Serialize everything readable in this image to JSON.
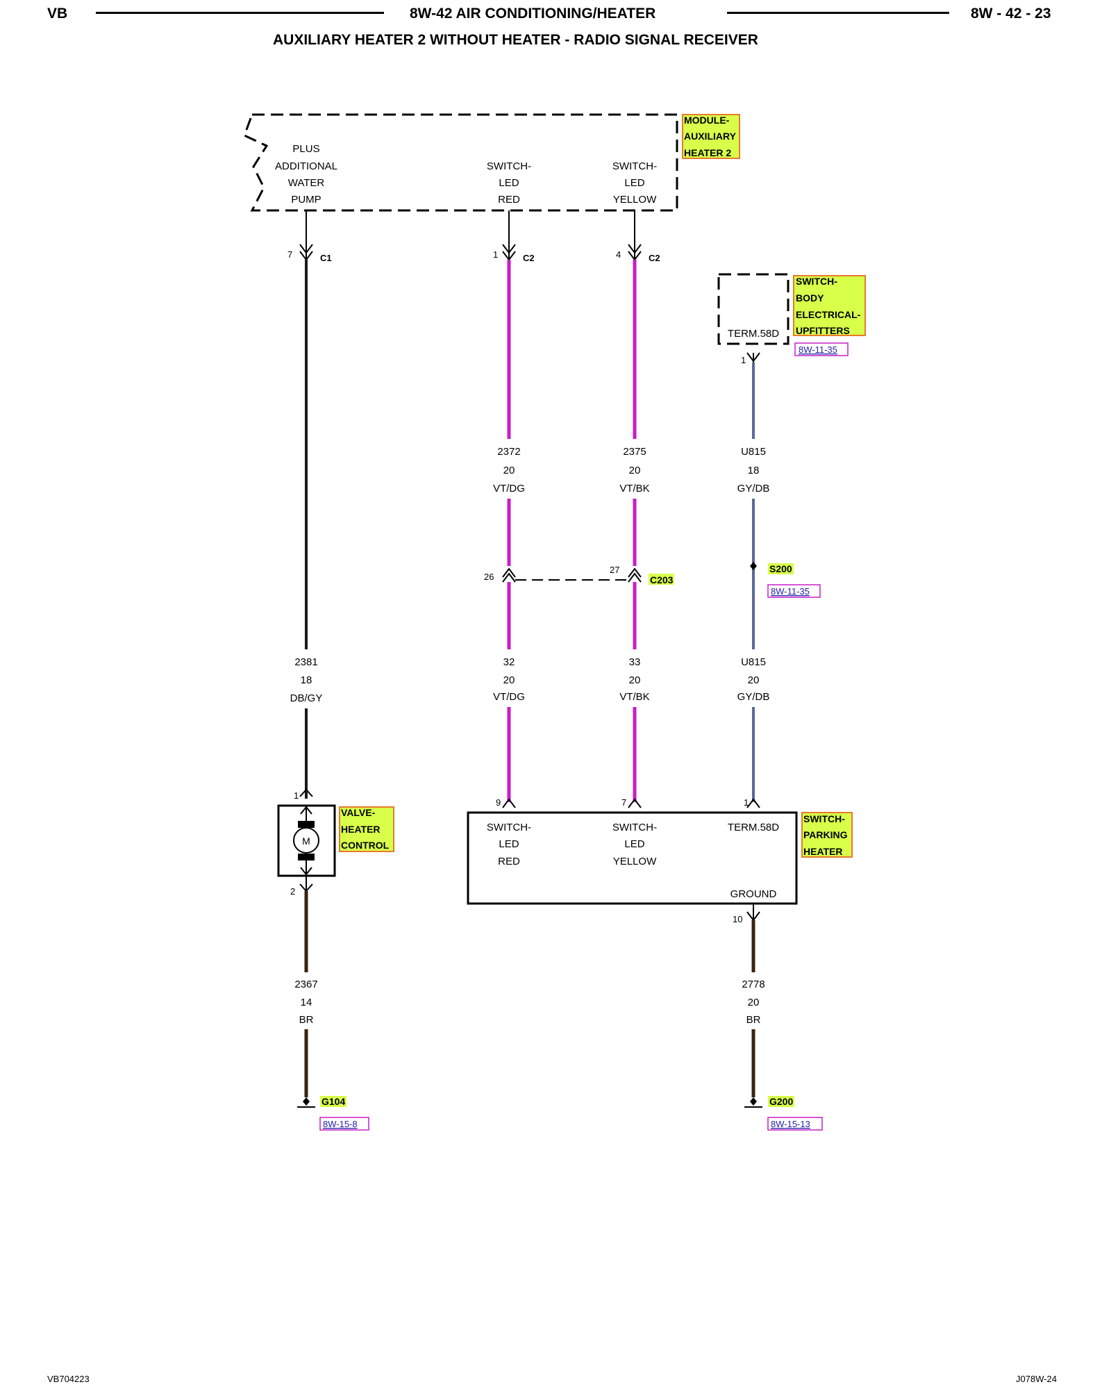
{
  "header": {
    "left": "VB",
    "center": "8W-42 AIR CONDITIONING/HEATER",
    "right": "8W - 42 - 23",
    "subtitle": "AUXILIARY HEATER 2 WITHOUT HEATER - RADIO SIGNAL RECEIVER"
  },
  "footer": {
    "left": "VB704223",
    "right": "J078W-24"
  },
  "colors": {
    "violet_wire": "#c81ec8",
    "gray_blue_wire": "#5a6a9a",
    "brown_wire": "#3a2410",
    "dark_wire": "#1a1a1a",
    "label_highlight": "#d8ff4a",
    "label_border": "#e87a2a",
    "ref_border": "#c81ec8",
    "ref_text": "#2222aa",
    "ref_underline": "#d02020"
  },
  "module_aux_heater": {
    "label": [
      "MODULE-",
      "AUXILIARY",
      "HEATER 2"
    ],
    "pins": {
      "pump": [
        "PLUS",
        "ADDITIONAL",
        "WATER",
        "PUMP"
      ],
      "led_red": [
        "SWITCH-",
        "LED",
        "RED"
      ],
      "led_yellow": [
        "SWITCH-",
        "LED",
        "YELLOW"
      ]
    }
  },
  "connectors": {
    "c1_pin": "7",
    "c1": "C1",
    "c2a_pin": "1",
    "c2a": "C2",
    "c2b_pin": "4",
    "c2b": "C2",
    "c203": "C203",
    "c203_left_pin": "26",
    "c203_right_pin": "27"
  },
  "switch_upfitters": {
    "label": [
      "SWITCH-",
      "BODY",
      "ELECTRICAL-",
      "UPFITTERS"
    ],
    "term": "TERM.58D",
    "ref": "8W-11-35",
    "pin": "1"
  },
  "splice": {
    "label": "S200",
    "ref": "8W-11-35"
  },
  "wires": {
    "w2372": [
      "2372",
      "20",
      "VT/DG"
    ],
    "w2375": [
      "2375",
      "20",
      "VT/BK"
    ],
    "u815a": [
      "U815",
      "18",
      "GY/DB"
    ],
    "w2381": [
      "2381",
      "18",
      "DB/GY"
    ],
    "w32": [
      "32",
      "20",
      "VT/DG"
    ],
    "w33": [
      "33",
      "20",
      "VT/BK"
    ],
    "u815b": [
      "U815",
      "20",
      "GY/DB"
    ],
    "w2367": [
      "2367",
      "14",
      "BR"
    ],
    "w2778": [
      "2778",
      "20",
      "BR"
    ]
  },
  "valve": {
    "label": [
      "VALVE-",
      "HEATER",
      "CONTROL"
    ],
    "motor": "M",
    "pin_top": "1",
    "pin_bottom": "2"
  },
  "switch_parking": {
    "label": [
      "SWITCH-",
      "PARKING",
      "HEATER"
    ],
    "led_red": [
      "SWITCH-",
      "LED",
      "RED"
    ],
    "led_yellow": [
      "SWITCH-",
      "LED",
      "YELLOW"
    ],
    "term": "TERM.58D",
    "ground": "GROUND",
    "pin_red": "9",
    "pin_yellow": "7",
    "pin_term": "1",
    "pin_ground": "10"
  },
  "grounds": {
    "g104": "G104",
    "g104_ref": "8W-15-8",
    "g200": "G200",
    "g200_ref": "8W-15-13"
  }
}
